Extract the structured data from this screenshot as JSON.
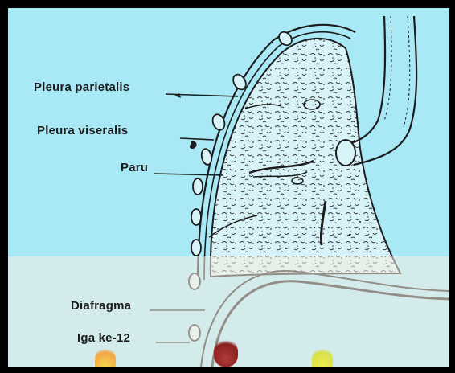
{
  "labels": {
    "pleura_parietalis": "Pleura parietalis",
    "pleura_viseralis": "Pleura viseralis",
    "paru": "Paru",
    "diafragma": "Diafragma",
    "iga": "Iga ke-12"
  },
  "colors": {
    "background": "#a9e9f6",
    "border": "#000000",
    "ink": "#1c1c1c",
    "lung_fill": "#d8f3f8"
  }
}
